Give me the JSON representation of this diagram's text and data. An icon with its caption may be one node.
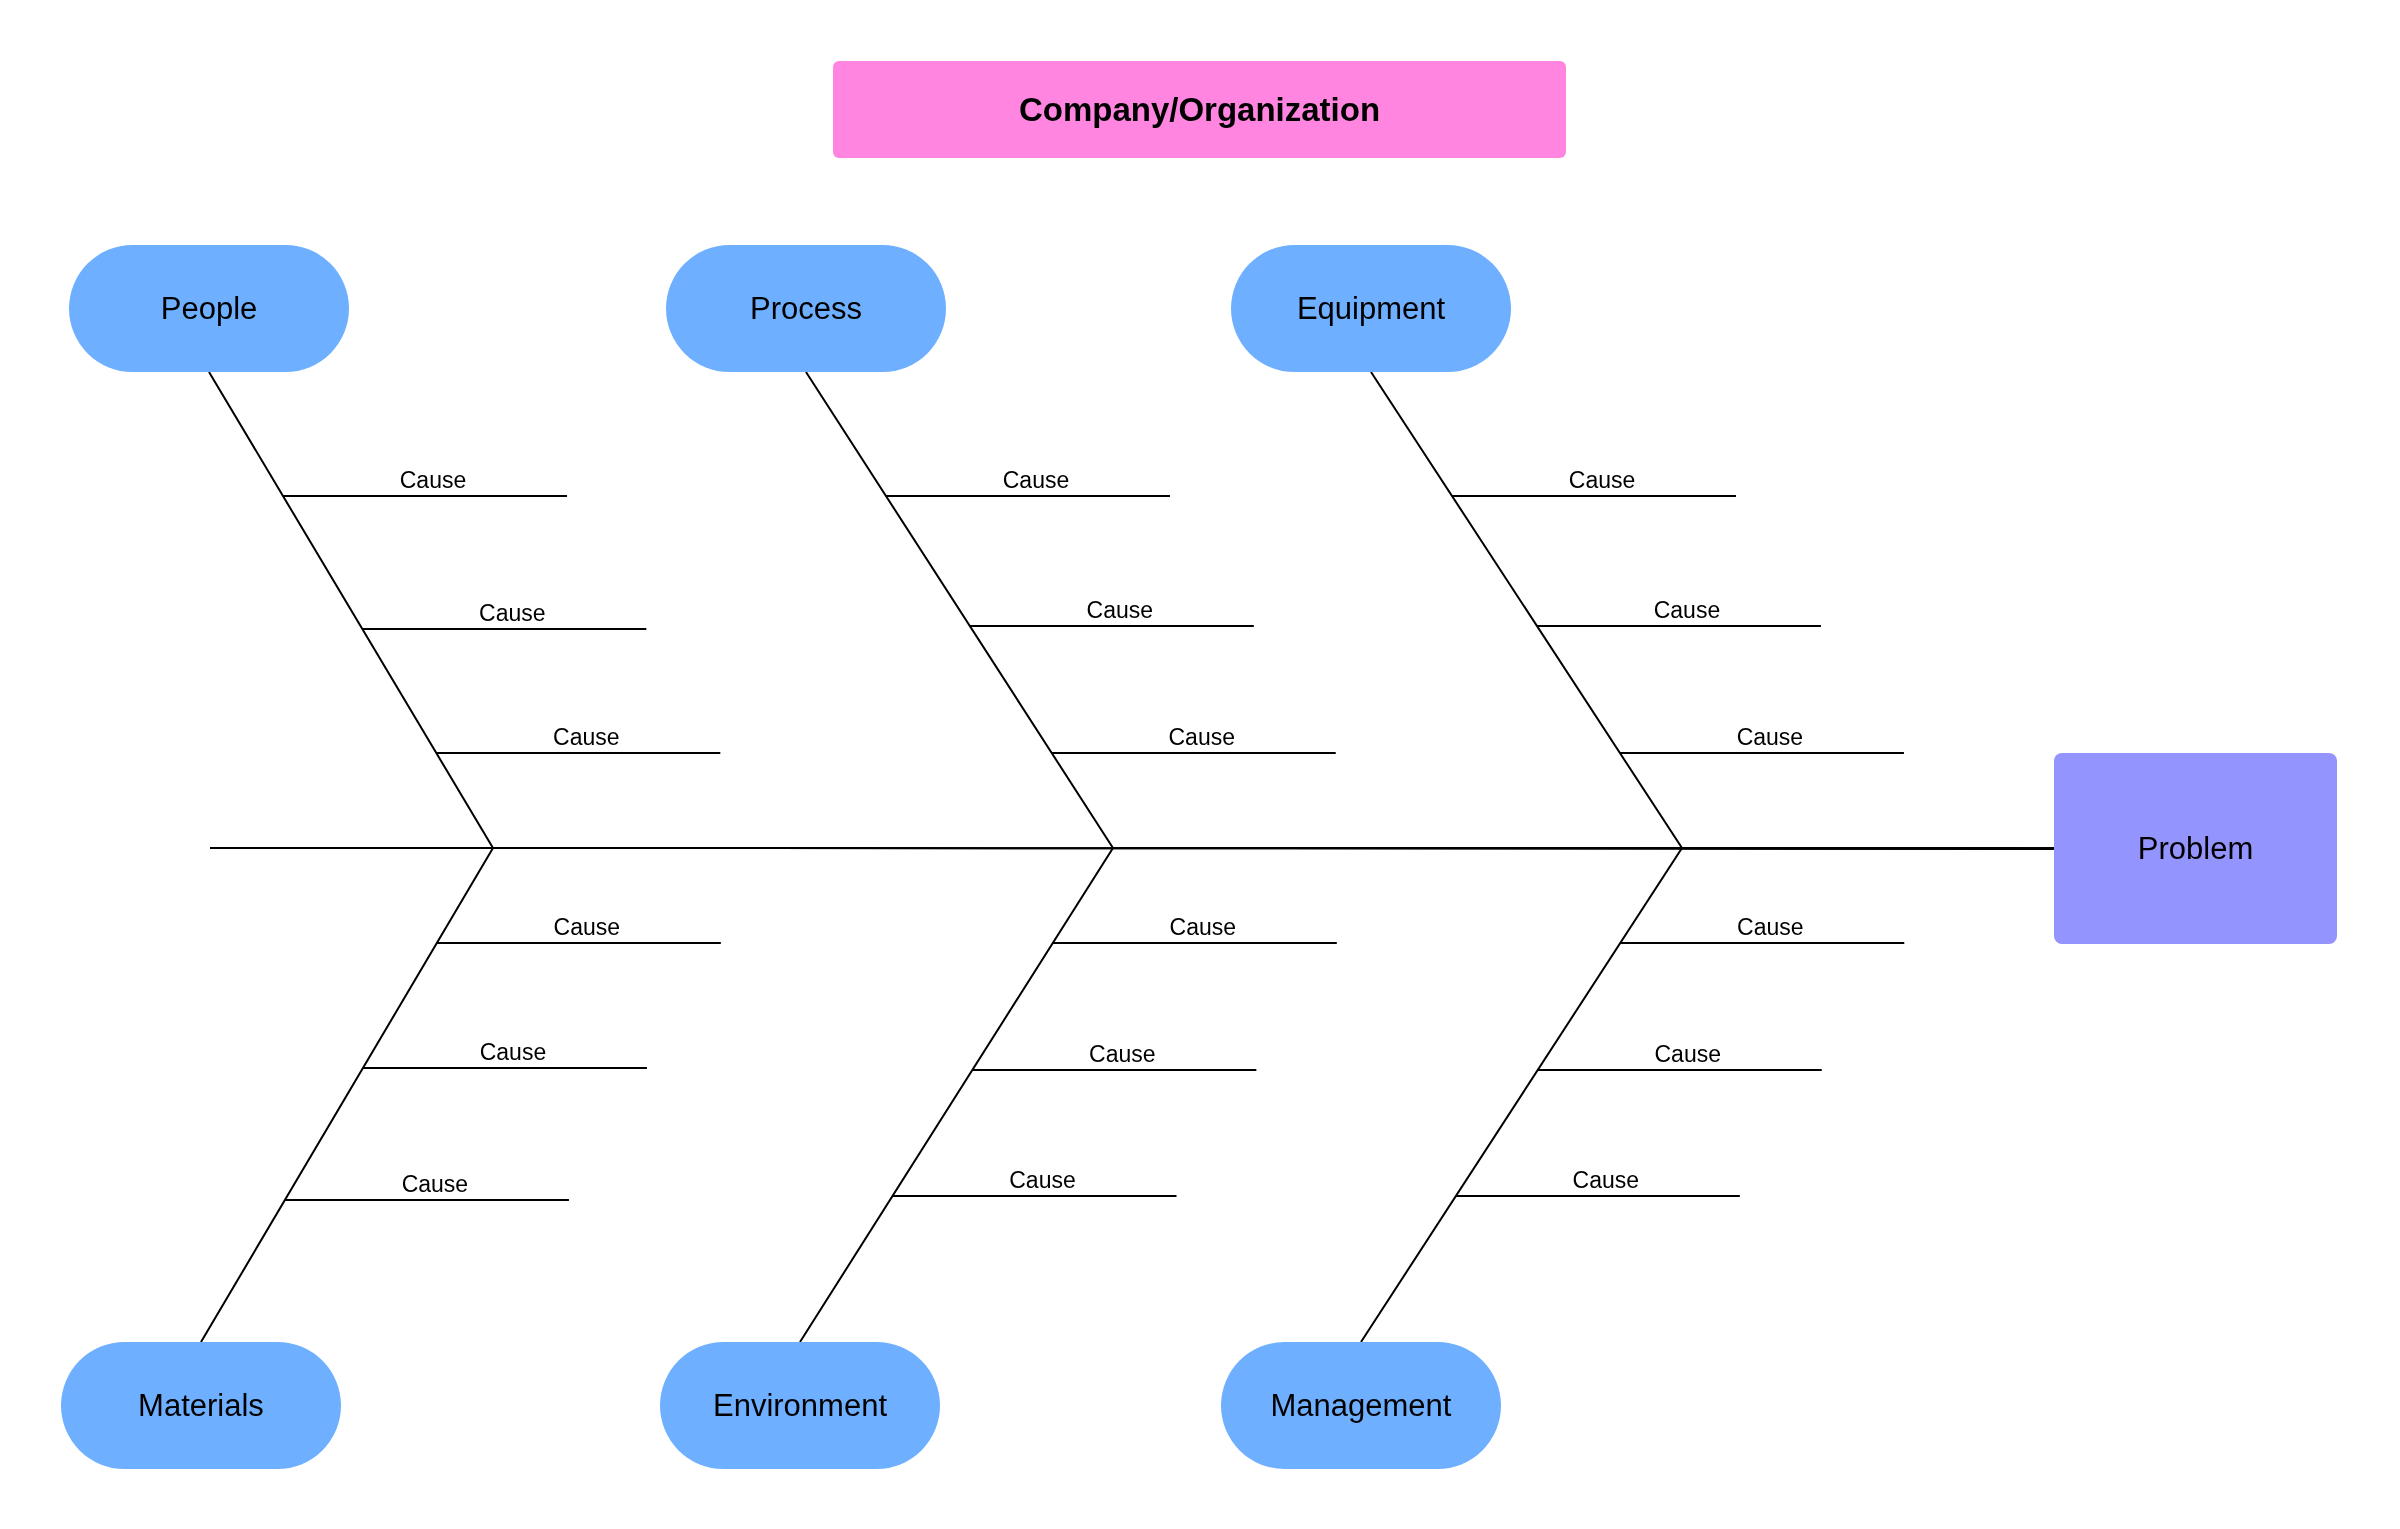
{
  "diagram": {
    "title": "Company/Organization",
    "nodes": [
      {
        "text": [
          "People"
        ]
      },
      {
        "text": [
          "Process"
        ]
      },
      {
        "text": [
          "Equipment"
        ]
      },
      {
        "text": [
          "Materials"
        ]
      },
      {
        "text": [
          "Environment"
        ]
      },
      {
        "text": [
          "Management"
        ]
      },
      {
        "text": [
          "Problem"
        ]
      }
    ],
    "edges": [
      {
        "from": 0,
        "to": 6,
        "arrow": "none"
      },
      {
        "from": 1,
        "to": 6,
        "arrow": "none"
      },
      {
        "from": 2,
        "to": 6,
        "arrow": "none"
      },
      {
        "from": 3,
        "to": 6,
        "arrow": "none"
      },
      {
        "from": 4,
        "to": 6,
        "arrow": "none"
      },
      {
        "from": 5,
        "to": 6,
        "arrow": "none"
      }
    ],
    "labels": [
      "Cause",
      "Cause",
      "Cause",
      "Cause",
      "Cause",
      "Cause",
      "Cause",
      "Cause",
      "Cause",
      "Cause",
      "Cause",
      "Cause",
      "Cause",
      "Cause",
      "Cause",
      "Cause",
      "Cause",
      "Cause"
    ]
  }
}
